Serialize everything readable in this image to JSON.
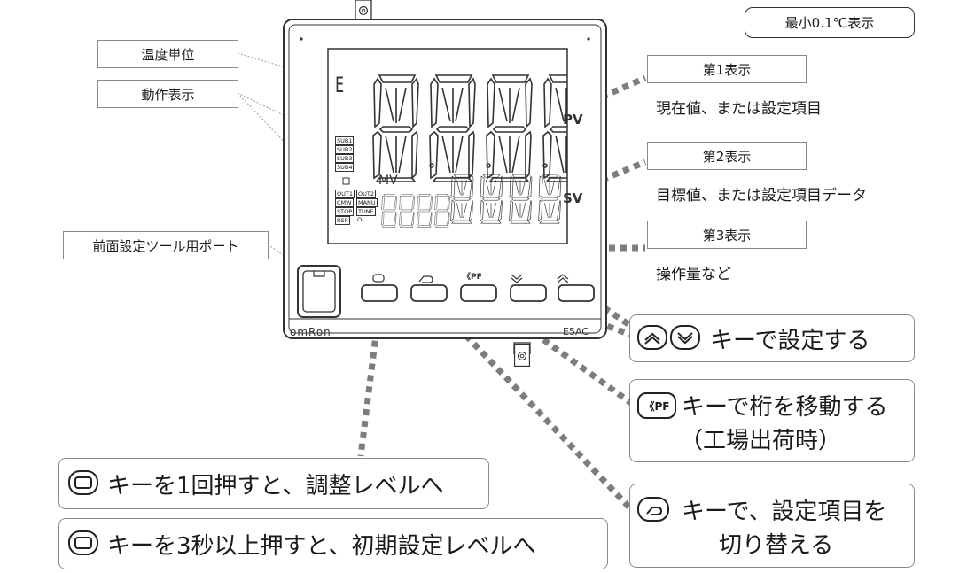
{
  "badge": "最小0.1℃表示",
  "labels": {
    "temp_unit": "温度単位",
    "op_display": "動作表示",
    "front_port": "前面設定ツール用ポート",
    "disp1_title": "第1表示",
    "disp1_desc": "現在値、または設定項目",
    "disp2_title": "第2表示",
    "disp2_desc": "目標値、または設定項目データ",
    "disp3_title": "第3表示",
    "disp3_desc": "操作量など"
  },
  "callouts": {
    "updown": "キーで設定する",
    "pf_line1": "キーで桁を移動する",
    "pf_line2": "（工場出荷時）",
    "mode_line1": "キーで、設定項目を",
    "mode_line2": "切り替える",
    "level1": "キーを1回押すと、調整レベルへ",
    "level3": "キーを3秒以上押すと、初期設定レベルへ"
  },
  "device": {
    "brand": "omRon",
    "model": "E5AC",
    "pv": "PV",
    "sv": "SV",
    "mv": "MV",
    "unit_char": "E",
    "pf_key": "《PF",
    "pf_symbol": "《PF",
    "indicators_sub": [
      "SUB1",
      "SUB2",
      "SUB3",
      "SUB4"
    ],
    "indicators_op": [
      [
        "OUT1",
        "OUT2"
      ],
      [
        "CMW",
        "MANU"
      ],
      [
        "STOP",
        "TUNE"
      ],
      [
        "RSP",
        "O-"
      ]
    ]
  }
}
